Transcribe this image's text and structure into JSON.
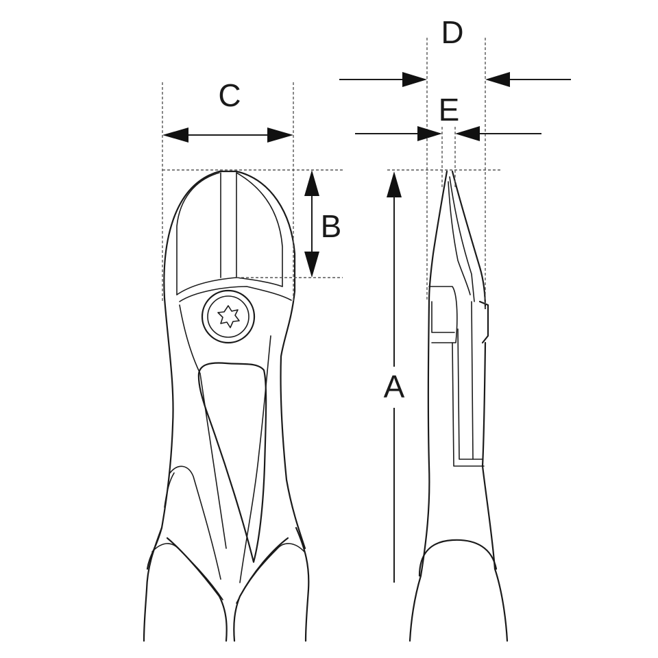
{
  "labels": {
    "a": "A",
    "b": "B",
    "c": "C",
    "d": "D",
    "e": "E"
  },
  "colors": {
    "outline": "#1a1a1a",
    "extension_line": "#555555",
    "background": "#ffffff"
  },
  "icons": {
    "pivot_screw": "torx-screw-icon"
  }
}
